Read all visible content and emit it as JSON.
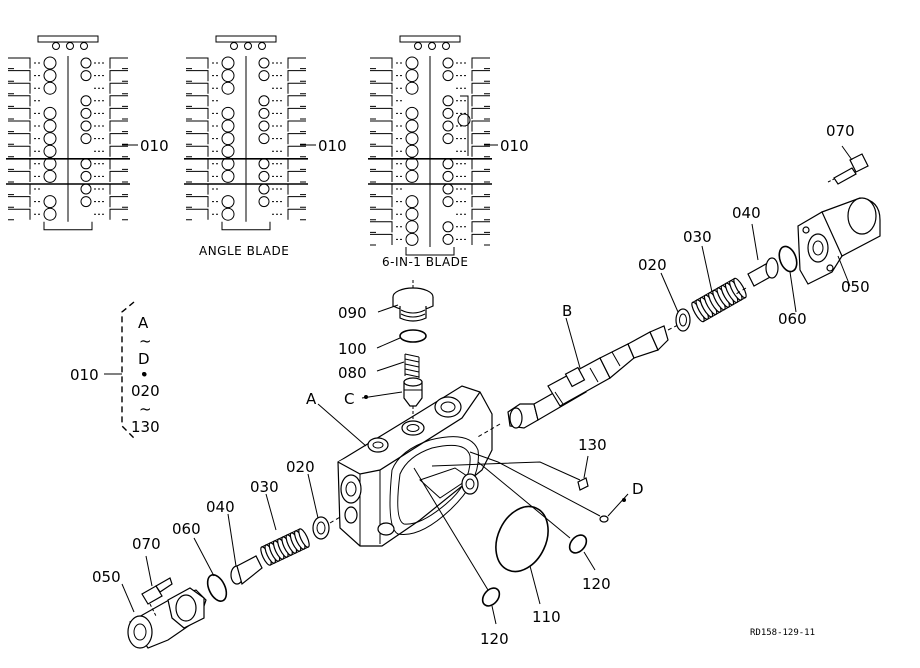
{
  "diagram": {
    "variant_captions": {
      "angle_blade": "ANGLE BLADE",
      "six_in_one_blade": "6-IN-1 BLADE"
    },
    "valve_labels": {
      "left": "010",
      "middle": "010",
      "right": "010"
    },
    "assembly_group": {
      "label": "010",
      "lines": [
        "A",
        "~",
        "D",
        "•",
        "020",
        "~",
        "130"
      ]
    },
    "part_labels": {
      "p070_top": "070",
      "p040_top": "040",
      "p030_top": "030",
      "p020_top": "020",
      "p050_top": "050",
      "p060_top": "060",
      "p090": "090",
      "p100": "100",
      "p080": "080",
      "ref_c": "C",
      "ref_a": "A",
      "ref_b": "B",
      "p130": "130",
      "ref_d": "D",
      "p020_bottom": "020",
      "p030_bottom": "030",
      "p040_bottom": "040",
      "p060_bottom": "060",
      "p070_bottom": "070",
      "p050_bottom": "050",
      "p110": "110",
      "p120_right": "120",
      "p120_bottom": "120"
    },
    "drawing_code": "RD158-129-11"
  }
}
